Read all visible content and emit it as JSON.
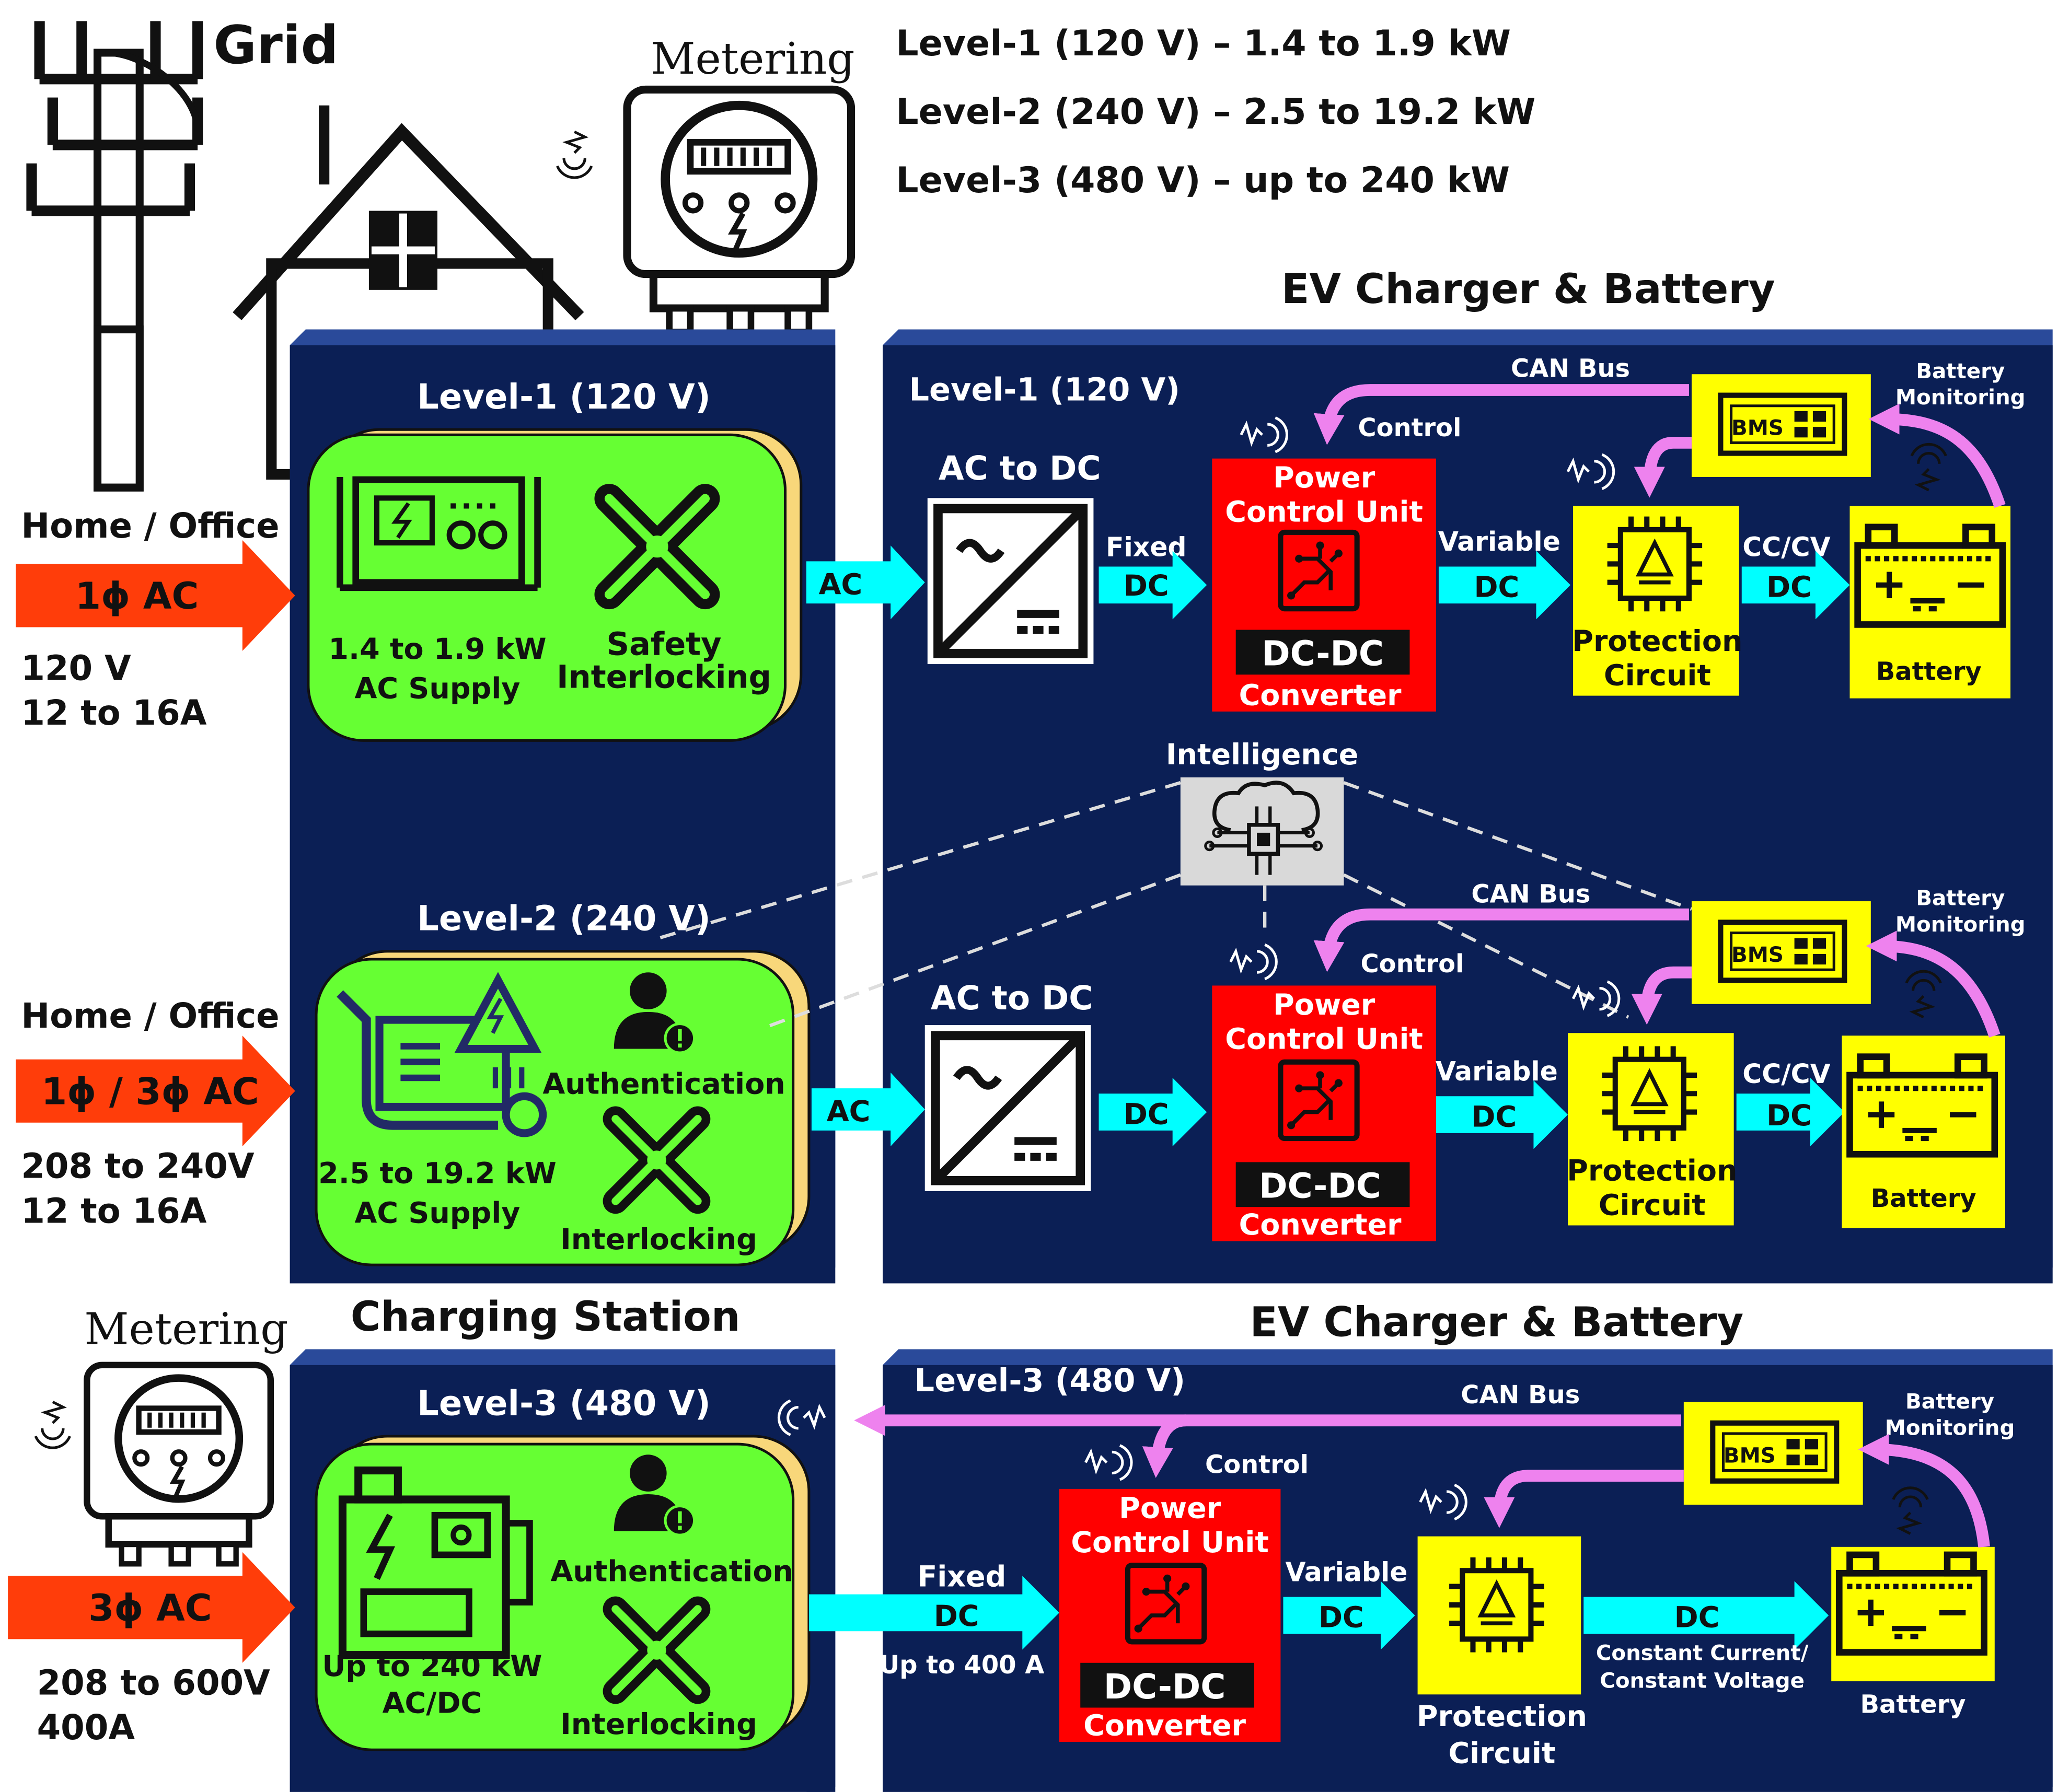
{
  "header": {
    "grid": "Grid",
    "metering_top": "Metering",
    "level_summary": [
      "Level-1 (120 V) – 1.4 to 1.9 kW",
      "Level-2 (240 V) – 2.5 to 19.2 kW",
      "Level-3 (480 V) – up to 240 kW"
    ],
    "ev_title_top": "EV Charger & Battery",
    "charging_station": "Charging Station",
    "ev_title_bottom": "EV Charger & Battery",
    "metering_bottom": "Metering"
  },
  "inputs": {
    "l1": {
      "site": "Home / Office",
      "arrow": "1ϕ AC",
      "volt": "120 V",
      "amp": "12 to 16A"
    },
    "l2": {
      "site": "Home / Office",
      "arrow": "1ϕ / 3ϕ AC",
      "volt": "208 to 240V",
      "amp": "12 to 16A"
    },
    "l3": {
      "arrow": "3ϕ AC",
      "volt": "208 to 600V",
      "amp": "400A"
    }
  },
  "stations": {
    "l1": {
      "title": "Level-1 (120 V)",
      "supply1": "1.4 to 1.9 kW",
      "supply2": "AC Supply",
      "safety1": "Safety",
      "safety2": "Interlocking"
    },
    "l2": {
      "title": "Level-2 (240 V)",
      "supply1": "2.5 to 19.2 kW",
      "supply2": "AC Supply",
      "auth": "Authentication",
      "interlock": "Interlocking"
    },
    "l3": {
      "title": "Level-3 (480 V)",
      "supply1": "Up to 240 kW",
      "supply2": "AC/DC",
      "auth": "Authentication",
      "interlock": "Interlocking"
    }
  },
  "chargers": {
    "l1": {
      "title": "Level-1 (120 V)",
      "ac_link": "AC",
      "acdc": "AC to DC",
      "fixed": "Fixed",
      "dc1": "DC",
      "variable": "Variable",
      "dc2": "DC",
      "cccv": "CC/CV",
      "dc3": "DC",
      "can": "CAN Bus",
      "control": "Control",
      "bm1": "Battery",
      "bm2": "Monitoring"
    },
    "l2": {
      "ac_link": "AC",
      "acdc": "AC to DC",
      "dc1": "DC",
      "variable": "Variable",
      "dc2": "DC",
      "cccv": "CC/CV",
      "dc3": "DC",
      "can": "CAN Bus",
      "control": "Control",
      "bm1": "Battery",
      "bm2": "Monitoring"
    },
    "l3": {
      "title": "Level-3 (480 V)",
      "fixed": "Fixed",
      "dc1": "DC",
      "upto": "Up to 400 A",
      "variable": "Variable",
      "dc2": "DC",
      "dc3": "DC",
      "cc1": "Constant Current/",
      "cc2": "Constant Voltage",
      "can": "CAN Bus",
      "control": "Control",
      "bm1": "Battery",
      "bm2": "Monitoring"
    }
  },
  "blocks": {
    "pcu1": "Power",
    "pcu2": "Control Unit",
    "dcdc": "DC-DC",
    "converter": "Converter",
    "prot1": "Protection",
    "prot2": "Circuit",
    "battery": "Battery",
    "bms": "BMS"
  },
  "intelligence": "Intelligence",
  "colors": {
    "navy": "#0b1f55",
    "green": "#66ff33",
    "red": "#ff0000",
    "yellow": "#ffff00",
    "cyan": "#00ffff",
    "pink": "#ee82ee",
    "orange_red": "#ff3d0a"
  }
}
